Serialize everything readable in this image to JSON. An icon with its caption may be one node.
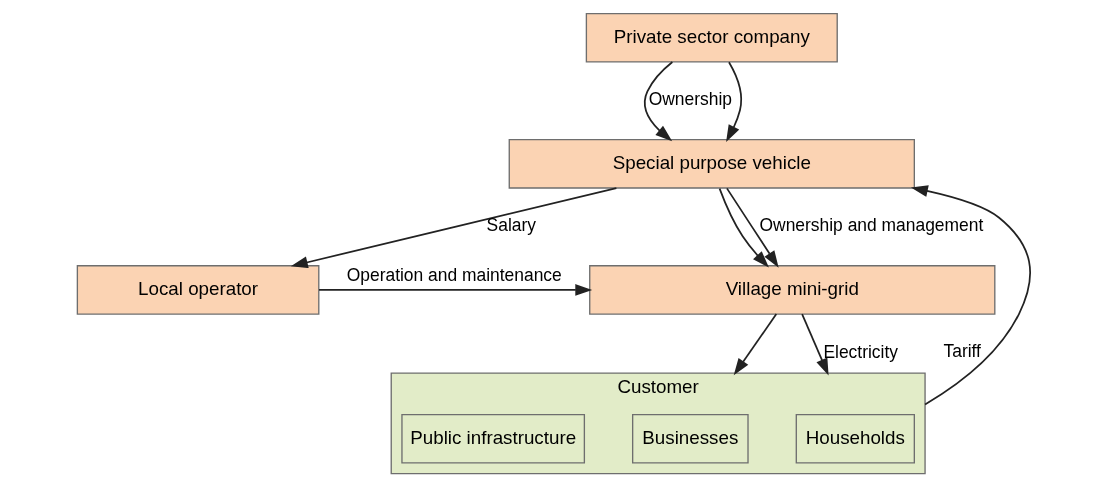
{
  "diagram": {
    "nodes": [
      {
        "text": [
          "Private sector company"
        ]
      },
      {
        "text": [
          "Special purpose vehicle"
        ]
      },
      {
        "text": [
          "Village mini-grid"
        ]
      },
      {
        "text": [
          "Local operator"
        ]
      },
      {
        "text": [
          "Customer"
        ]
      },
      {
        "text": [
          "Households"
        ],
        "in": 4
      },
      {
        "text": [
          "Businesses"
        ],
        "in": 4
      },
      {
        "text": [
          "Public infrastructure"
        ],
        "in": 4
      }
    ],
    "edges": [
      {
        "from": 0,
        "to": 1,
        "arrow": "to",
        "label": "Ownership"
      },
      {
        "from": 0,
        "to": 1,
        "arrow": "to"
      },
      {
        "from": 1,
        "to": 2,
        "arrow": "to",
        "label": "Ownership and management"
      },
      {
        "from": 1,
        "to": 2,
        "arrow": "to"
      },
      {
        "from": 2,
        "to": 4,
        "arrow": "to",
        "label": "Electricity"
      },
      {
        "from": 2,
        "to": 4,
        "arrow": "to"
      },
      {
        "from": 1,
        "to": 3,
        "arrow": "to",
        "label": "Salary"
      },
      {
        "from": 3,
        "to": 2,
        "arrow": "to",
        "label": "Operation and maintenance"
      },
      {
        "from": 4,
        "to": 1,
        "arrow": "to",
        "label": "Tariff"
      }
    ]
  }
}
